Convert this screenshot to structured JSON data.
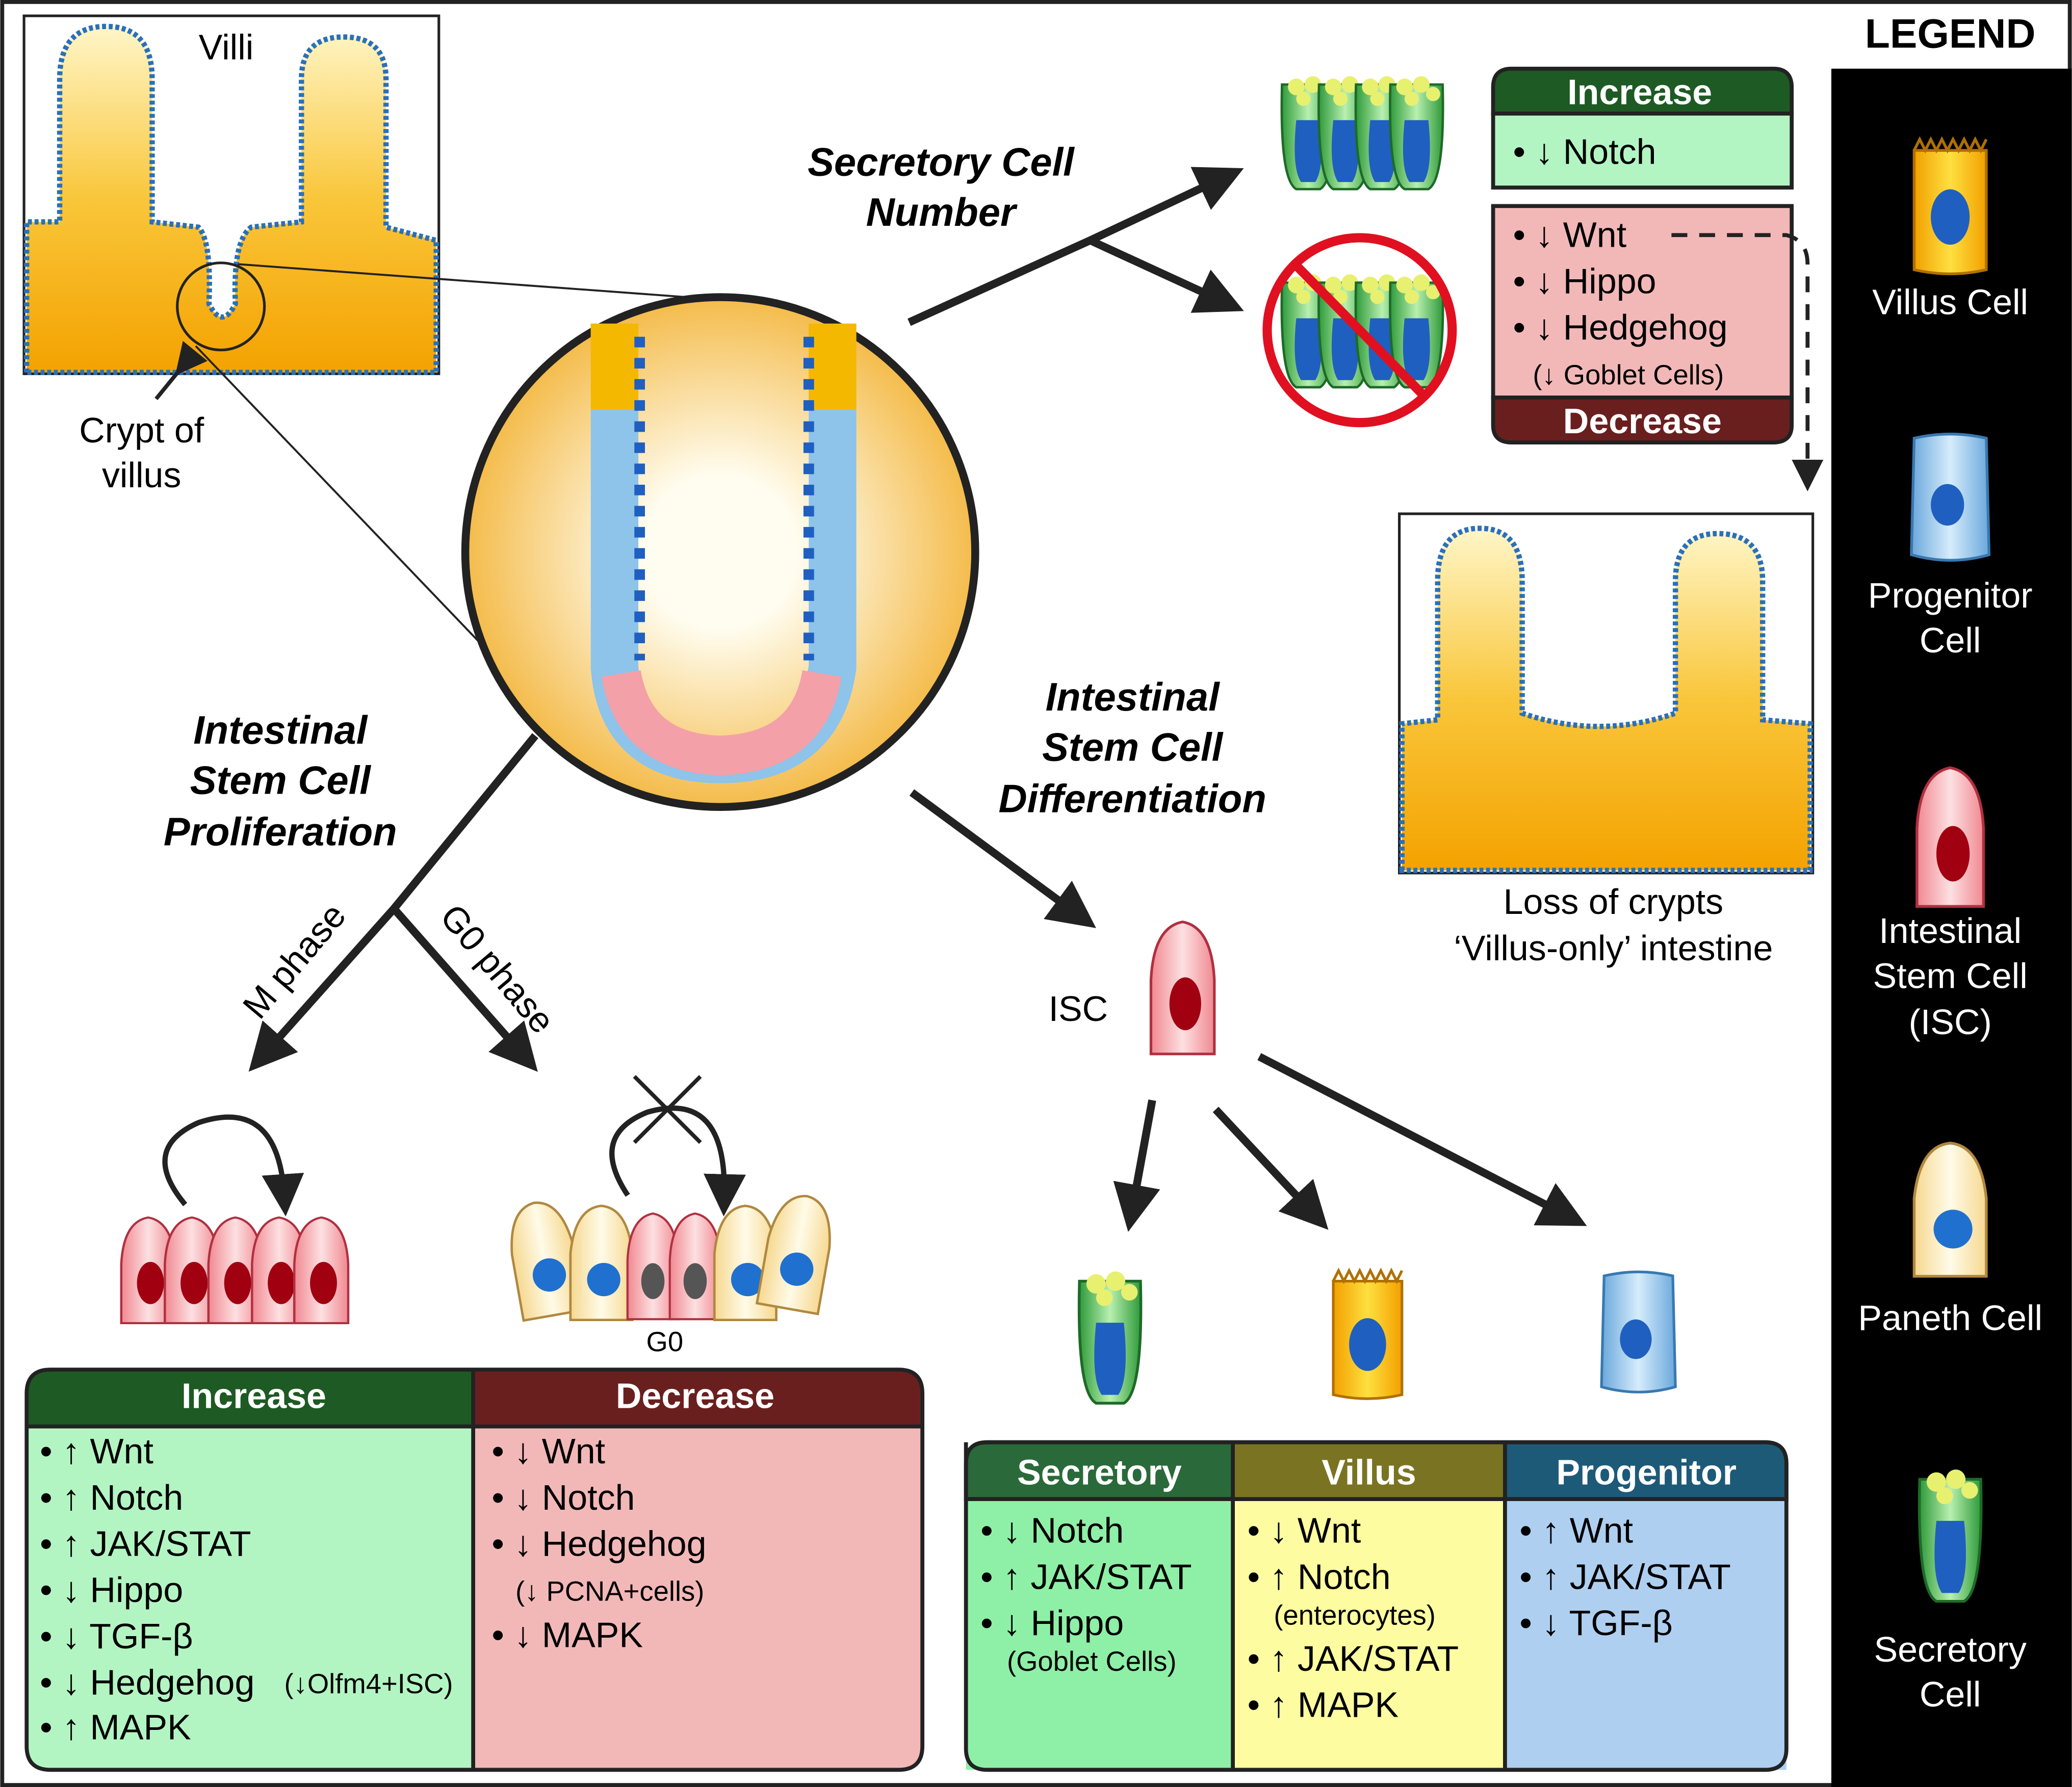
{
  "legend": {
    "title": "LEGEND",
    "items": [
      {
        "lines": [
          "Villus Cell"
        ],
        "color": "#f5b800"
      },
      {
        "lines": [
          "Progenitor",
          "Cell"
        ],
        "color": "#8ec3ea"
      },
      {
        "lines": [
          "Intestinal",
          "Stem Cell",
          "(ISC)"
        ],
        "color": "#f4a0a8"
      },
      {
        "lines": [
          "Paneth Cell"
        ],
        "color": "#fbecc0"
      },
      {
        "lines": [
          "Secretory",
          "Cell"
        ],
        "color": "#3fae49"
      }
    ]
  },
  "villi_panel": {
    "title": "Villi",
    "crypt_label": [
      "Crypt of",
      "villus"
    ]
  },
  "secretory_number": {
    "title": [
      "Secretory Cell",
      "Number"
    ],
    "increase": {
      "header": "Increase",
      "items": [
        "• ↓ Notch"
      ]
    },
    "decrease": {
      "header": "Decrease",
      "items": [
        "• ↓ Wnt",
        "• ↓ Hippo",
        "• ↓ Hedgehog"
      ],
      "note": "(↓ Goblet Cells)"
    }
  },
  "villus_only": {
    "caption": [
      "Loss of crypts",
      "‘Villus-only’ intestine"
    ]
  },
  "differentiation": {
    "title": [
      "Intestinal",
      "Stem Cell",
      "Differentiation"
    ],
    "isc_label": "ISC",
    "table": {
      "columns": [
        {
          "header": "Secretory",
          "items": [
            "• ↓ Notch",
            "• ↑ JAK/STAT",
            "• ↓ Hippo"
          ],
          "note": "(Goblet Cells)"
        },
        {
          "header": "Villus",
          "items": [
            "• ↓ Wnt",
            "• ↑ Notch",
            "(enterocytes)",
            "• ↑ JAK/STAT",
            "• ↑ MAPK"
          ]
        },
        {
          "header": "Progenitor",
          "items": [
            "• ↑ Wnt",
            "• ↑ JAK/STAT",
            "• ↓ TGF-β"
          ]
        }
      ]
    }
  },
  "proliferation": {
    "title": [
      "Intestinal",
      "Stem Cell",
      "Proliferation"
    ],
    "m_phase": "M phase",
    "g0_phase": "G0 phase",
    "g0_label": "G0",
    "table": {
      "increase": {
        "header": "Increase",
        "items": [
          "• ↑ Wnt",
          "• ↑ Notch",
          "• ↑ JAK/STAT",
          "• ↓ Hippo",
          "• ↓ TGF-β",
          "• ↓ Hedgehog",
          "• ↑ MAPK"
        ],
        "hedgehog_note": "(↓Olfm4+ISC)"
      },
      "decrease": {
        "header": "Decrease",
        "items": [
          "• ↓ Wnt",
          "• ↓ Notch",
          "• ↓ Hedgehog",
          "• ↓ MAPK"
        ],
        "note": "(↓ PCNA+cells)"
      }
    }
  },
  "colors": {
    "increase_header": "#1e5a24",
    "increase_body": "#b3f5c2",
    "decrease_header": "#6a1f1f",
    "decrease_body": "#f2b8b8",
    "secretory_header": "#2a6a3a",
    "secretory_body": "#8ef0a6",
    "villus_header": "#7a7422",
    "villus_body": "#fdfca0",
    "progenitor_header": "#1d5a78",
    "progenitor_body": "#aecff0"
  }
}
